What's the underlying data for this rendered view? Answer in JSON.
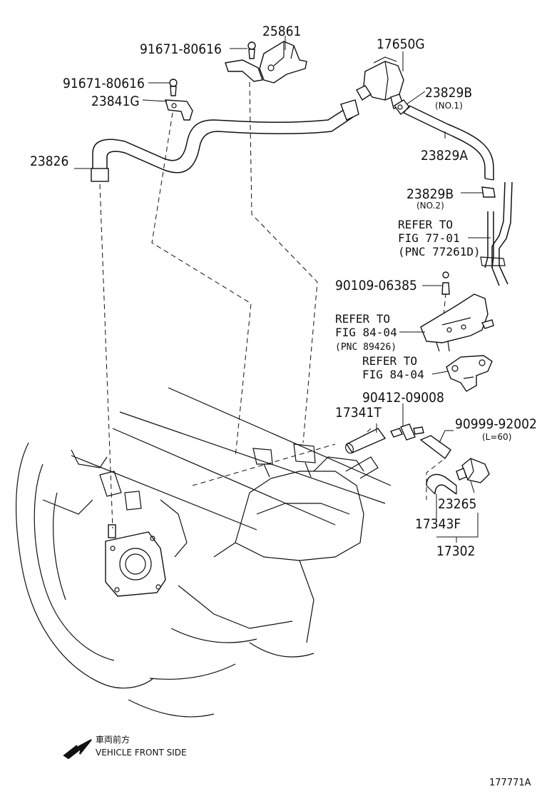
{
  "labels": {
    "p25861": "25861",
    "p17650g": "17650G",
    "p91671a": "91671-80616",
    "p91671b": "91671-80616",
    "p23841g": "23841G",
    "p23829b1": "23829B",
    "p23829b1_note": "(NO.1)",
    "p23829a": "23829A",
    "p23826": "23826",
    "p23829b2": "23829B",
    "p23829b2_note": "(NO.2)",
    "ref1_line1": "REFER TO",
    "ref1_line2": "FIG 77-01",
    "ref1_line3": "(PNC 77261D)",
    "p90109": "90109-06385",
    "ref2_line1": "REFER TO",
    "ref2_line2": "FIG 84-04",
    "ref2_line3": "(PNC 89426)",
    "ref3_line1": "REFER TO",
    "ref3_line2": "FIG 84-04",
    "p90412": "90412-09008",
    "p17341t": "17341T",
    "p90999": "90999-92002",
    "p90999_note": "(L=60)",
    "p23265": "23265",
    "p17343f": "17343F",
    "p17302": "17302"
  },
  "legend": {
    "japanese": "車両前方",
    "english": "VEHICLE FRONT SIDE"
  },
  "figure_id": "177771A"
}
